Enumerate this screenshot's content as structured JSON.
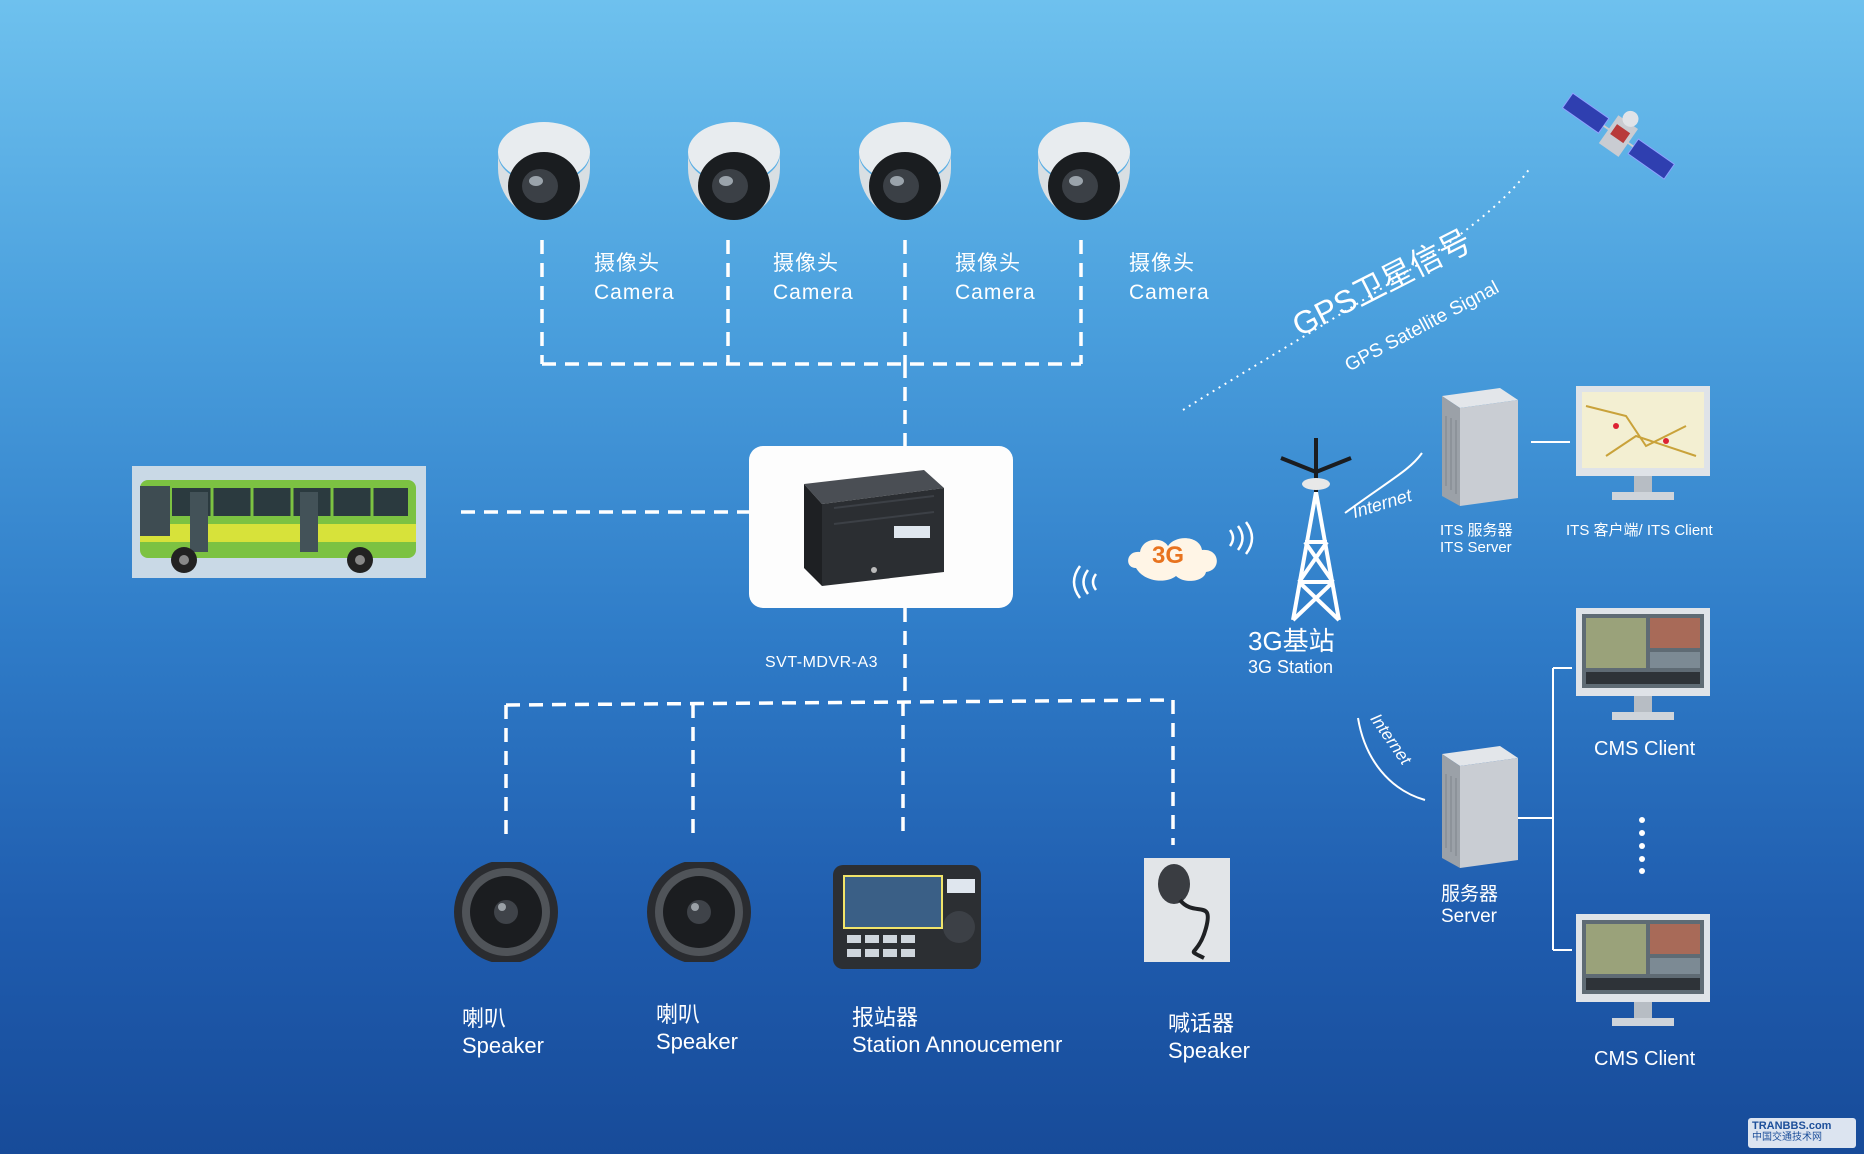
{
  "cameras": [
    {
      "cn": "摄像头",
      "en": "Camera"
    },
    {
      "cn": "摄像头",
      "en": "Camera"
    },
    {
      "cn": "摄像头",
      "en": "Camera"
    },
    {
      "cn": "摄像头",
      "en": "Camera"
    }
  ],
  "mdvr": {
    "model": "SVT-MDVR-A3"
  },
  "speakers": [
    {
      "cn": "喇叭",
      "en": "Speaker"
    },
    {
      "cn": "喇叭",
      "en": "Speaker"
    }
  ],
  "announcer": {
    "cn": "报站器",
    "en": "Station Annoucemenr"
  },
  "mic": {
    "cn": "喊话器",
    "en": "Speaker"
  },
  "gps": {
    "cn": "GPS卫星信号",
    "en": "GPS Satellite Signal"
  },
  "network": {
    "label_3g": "3G",
    "internet_1": "Internet",
    "internet_2": "Internet"
  },
  "station": {
    "cn": "3G基站",
    "en": "3G Station"
  },
  "its_server": {
    "cn": "ITS 服务器",
    "en": "ITS Server"
  },
  "its_client": {
    "label": "ITS 客户端/ ITS Client"
  },
  "server": {
    "cn": "服务器",
    "en": "Server"
  },
  "cms_clients": [
    {
      "label": "CMS Client"
    },
    {
      "label": "CMS Client"
    }
  ],
  "watermark": {
    "site": "TRANBBS.com",
    "cn": "中国交通技术网"
  },
  "colors": {
    "bg_top": "#6ec1ee",
    "bg_bottom": "#174b99",
    "line": "#ffffff",
    "bus_green": "#7cc242"
  }
}
